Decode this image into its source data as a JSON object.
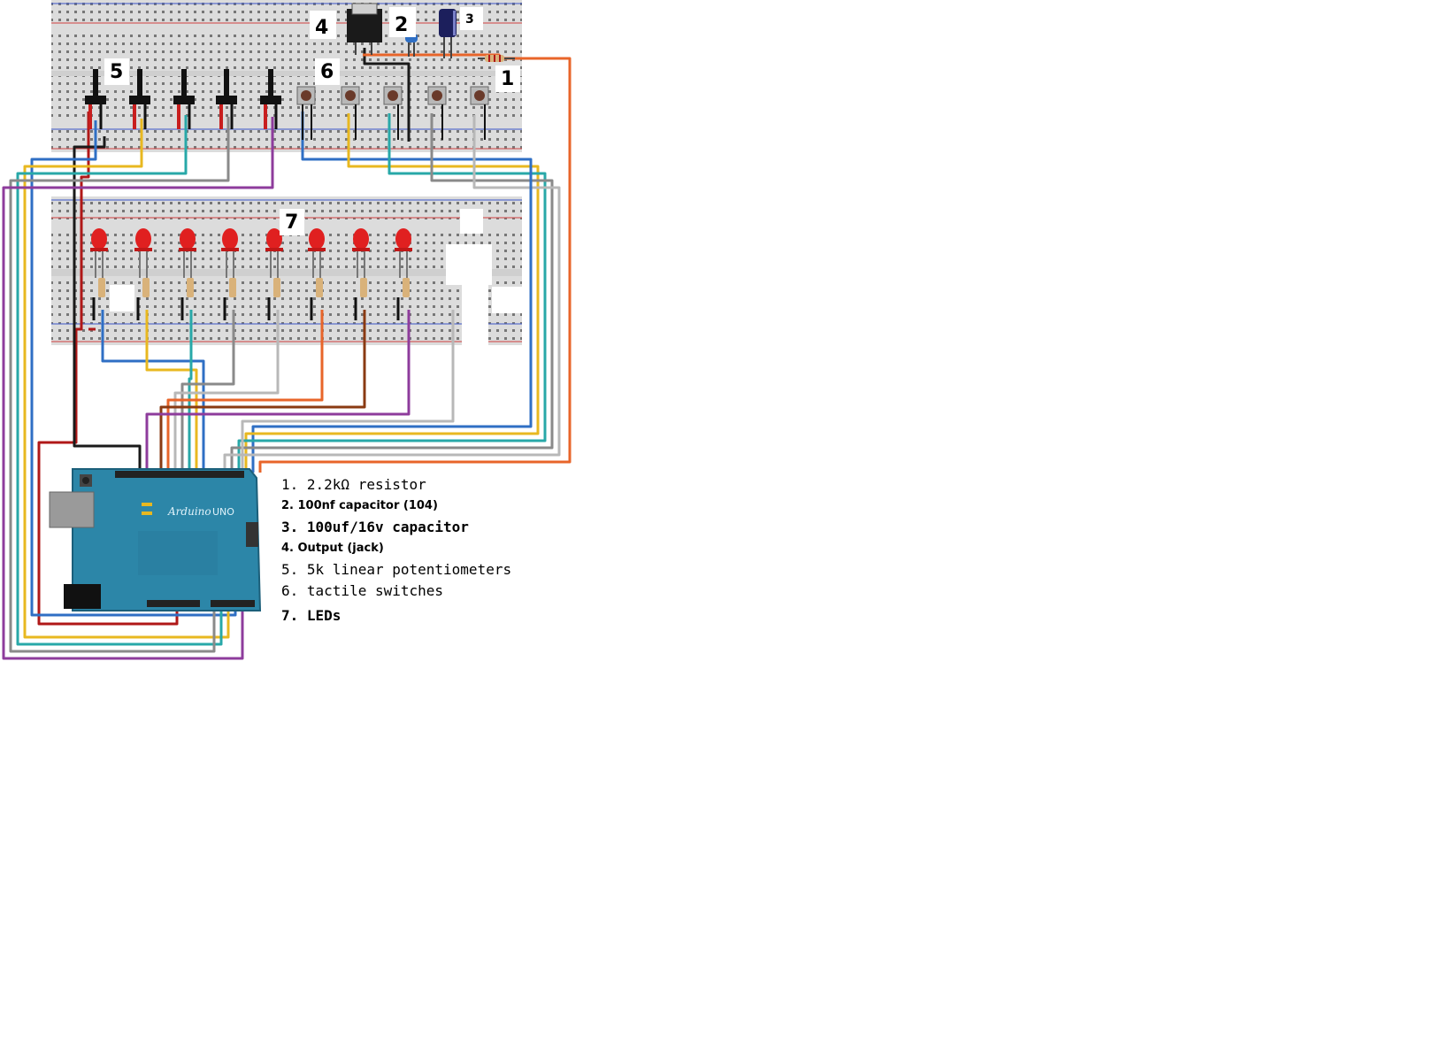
{
  "callouts": [
    "1",
    "2",
    "3",
    "4",
    "5",
    "6",
    "7"
  ],
  "board": {
    "brand": "Arduino",
    "model": "UNO"
  },
  "legend": [
    "1. 2.2kΩ resistor",
    "2. 100nf capacitor (104)",
    "3. 100uf/16v capacitor",
    "4. Output (jack)",
    "5. 5k linear potentiometers",
    "6. tactile switches",
    "7. LEDs"
  ],
  "colors": {
    "wire_red": "#b01818",
    "wire_black": "#1a1a1a",
    "wire_blue": "#2f6fc4",
    "wire_yellow": "#e8b820",
    "wire_teal": "#28a8a8",
    "wire_gray": "#8a8a8a",
    "wire_purple": "#8e3c9c",
    "wire_orange": "#e8652a",
    "wire_brown": "#8a3a12",
    "board": "#2c86a8"
  }
}
